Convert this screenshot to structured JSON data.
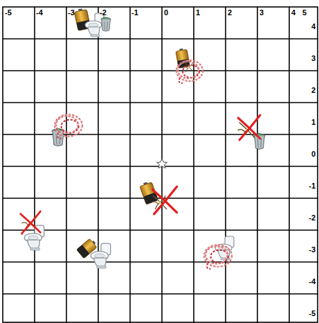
{
  "diagram": {
    "labels": [
      "-5",
      "-4",
      "-3",
      "-2",
      "-1",
      "0",
      "1",
      "2",
      "3",
      "4",
      "5",
      "4",
      "3",
      "2",
      "1",
      "0",
      "-1",
      "-2",
      "-3",
      "-4",
      "-5"
    ]
  }
}
